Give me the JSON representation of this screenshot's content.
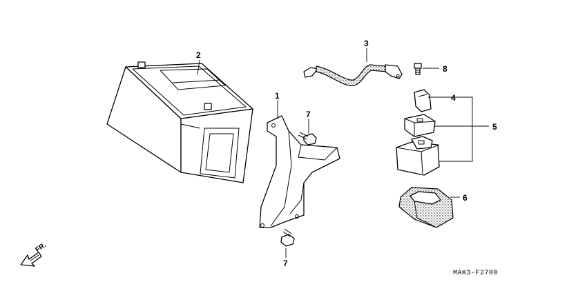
{
  "diagram": {
    "callouts": [
      {
        "id": "c1",
        "text": "1",
        "part": "battery-bracket"
      },
      {
        "id": "c2",
        "text": "2",
        "part": "battery"
      },
      {
        "id": "c3",
        "text": "3",
        "part": "battery-cable"
      },
      {
        "id": "c4",
        "text": "4",
        "part": "fuse"
      },
      {
        "id": "c5",
        "text": "5",
        "part": "relay-assembly"
      },
      {
        "id": "c6",
        "text": "6",
        "part": "rubber-holder"
      },
      {
        "id": "c7a",
        "text": "7",
        "part": "bolt-upper"
      },
      {
        "id": "c7b",
        "text": "7",
        "part": "bolt-lower"
      },
      {
        "id": "c8",
        "text": "8",
        "part": "terminal-bolt"
      }
    ],
    "direction_label": "FR.",
    "diagram_code": "MAK3-F2700"
  }
}
